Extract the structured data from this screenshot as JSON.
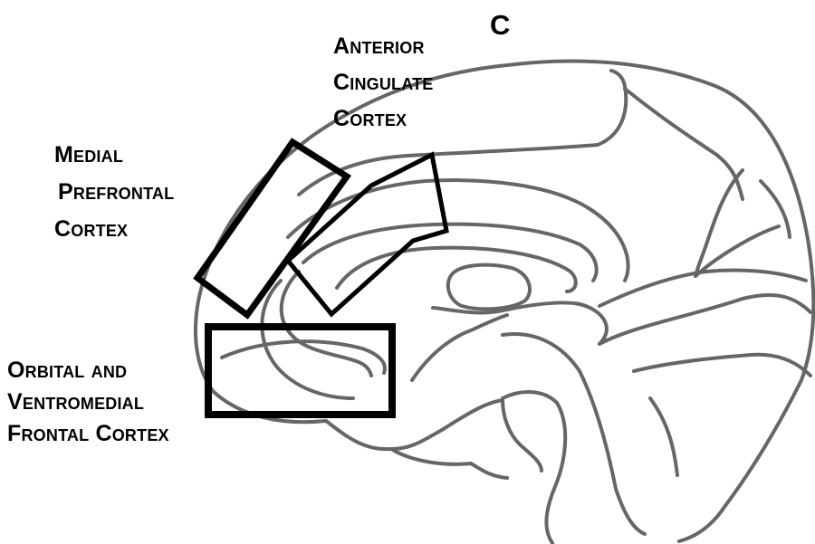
{
  "panel_letter": "C",
  "labels": {
    "anterior_cingulate": [
      "Anterior",
      "Cingulate",
      "Cortex"
    ],
    "medial_prefrontal": [
      "Medial",
      "Prefrontal",
      "Cortex"
    ],
    "orbital_ventromedial": [
      "Orbital and",
      "Ventromedial",
      "Frontal Cortex"
    ]
  },
  "colors": {
    "brain_outline": "#666666",
    "region_outline": "#000000",
    "background": "#ffffff",
    "text": "#000000"
  }
}
